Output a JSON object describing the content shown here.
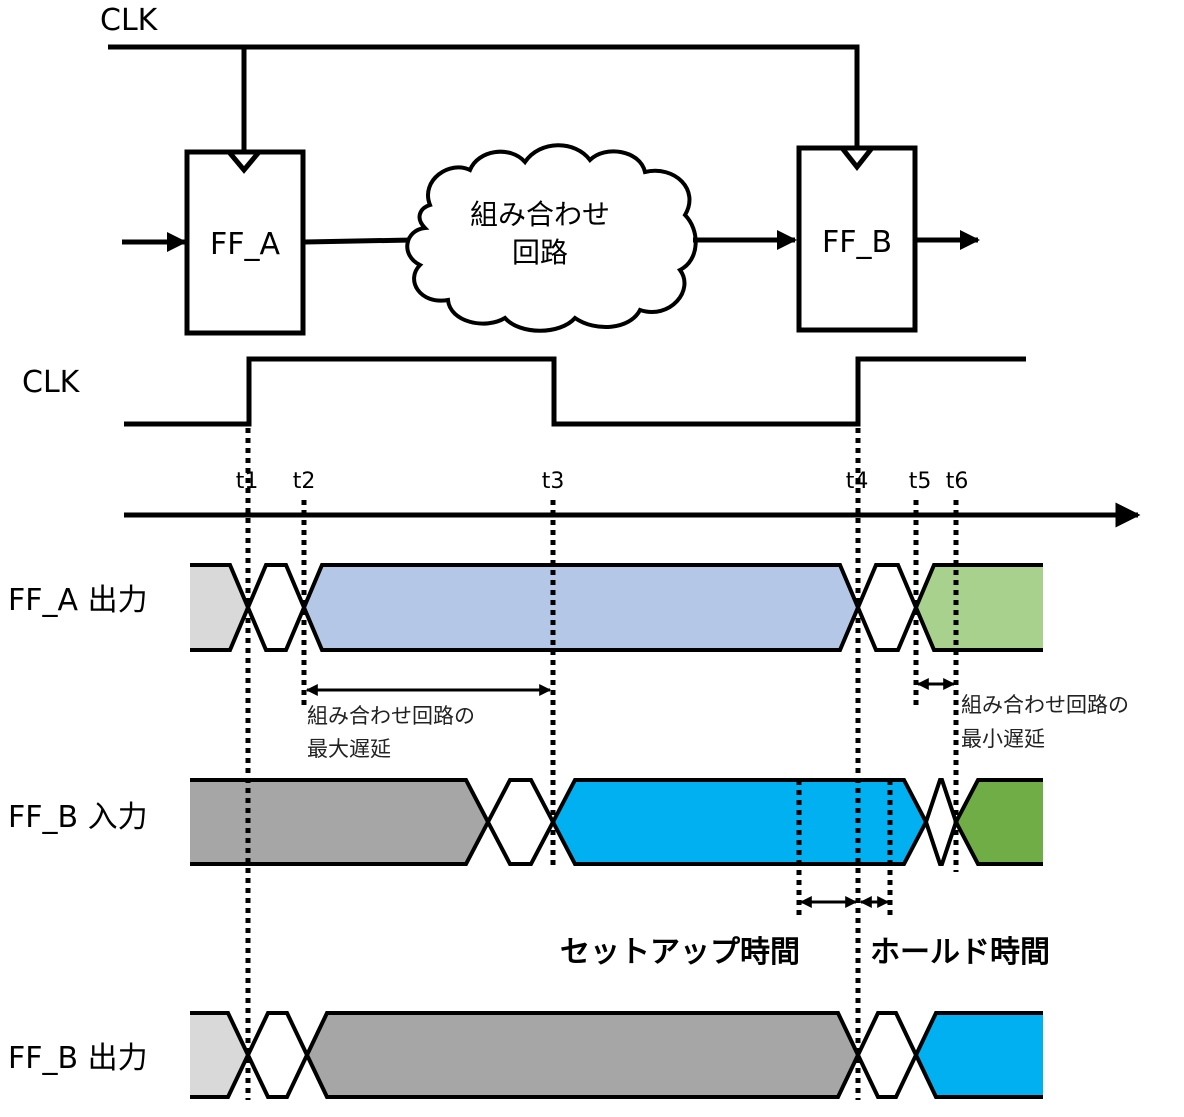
{
  "schematic": {
    "clk_label": "CLK",
    "ff_a_label": "FF_A",
    "ff_b_label": "FF_B",
    "comb_circuit_line1": "組み合わせ",
    "comb_circuit_line2": "回路"
  },
  "timing": {
    "clk_label": "CLK",
    "time_markers": [
      "t1",
      "t2",
      "t3",
      "t4",
      "t5",
      "t6"
    ],
    "signals": [
      {
        "label": "FF_A 出力",
        "segments": [
          {
            "state": "previous",
            "color": "#d9d9d9"
          },
          {
            "state": "transition",
            "color": "#ffffff"
          },
          {
            "state": "data-1",
            "color": "#b4c7e7"
          },
          {
            "state": "transition",
            "color": "#ffffff"
          },
          {
            "state": "data-2",
            "color": "#a9d18e"
          }
        ]
      },
      {
        "label": "FF_B 入力",
        "segments": [
          {
            "state": "previous",
            "color": "#a6a6a6"
          },
          {
            "state": "transition",
            "color": "#ffffff"
          },
          {
            "state": "data-1",
            "color": "#00b0f0"
          },
          {
            "state": "transition",
            "color": "#ffffff"
          },
          {
            "state": "data-2",
            "color": "#70ad47"
          }
        ]
      },
      {
        "label": "FF_B 出力",
        "segments": [
          {
            "state": "previous",
            "color": "#d9d9d9"
          },
          {
            "state": "transition",
            "color": "#ffffff"
          },
          {
            "state": "data-0",
            "color": "#a6a6a6"
          },
          {
            "state": "transition",
            "color": "#ffffff"
          },
          {
            "state": "data-1",
            "color": "#00b0f0"
          }
        ]
      }
    ],
    "annotations": {
      "max_delay_line1": "組み合わせ回路の",
      "max_delay_line2": "最大遅延",
      "min_delay_line1": "組み合わせ回路の",
      "min_delay_line2": "最小遅延",
      "setup_time": "セットアップ時間",
      "hold_time": "ホールド時間"
    }
  }
}
